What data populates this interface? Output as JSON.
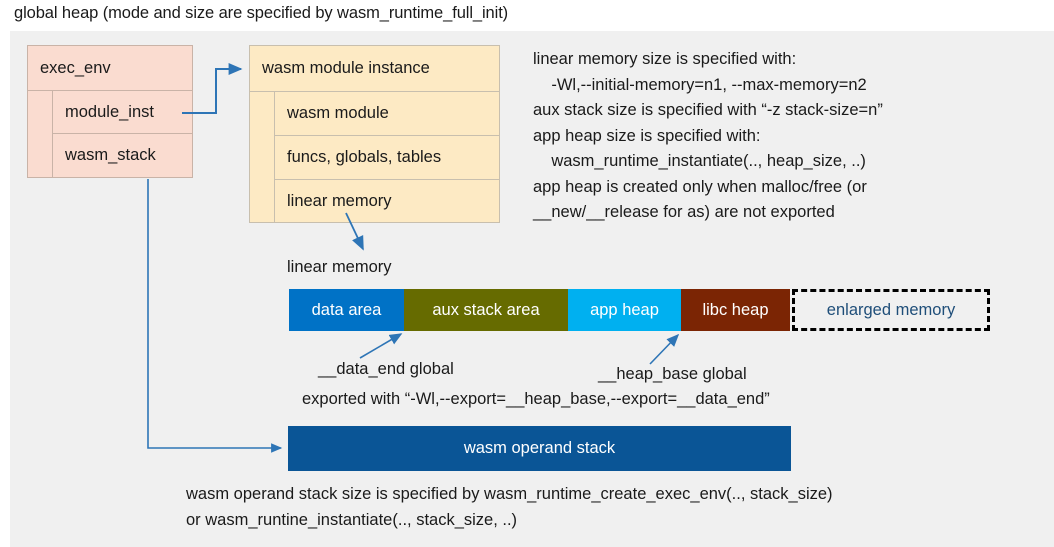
{
  "title": "global heap (mode and size are specified by wasm_runtime_full_init)",
  "exec_env": {
    "header": "exec_env",
    "rows": [
      {
        "label": "module_inst"
      },
      {
        "label": "wasm_stack"
      }
    ]
  },
  "module_instance": {
    "header": "wasm module instance",
    "rows": [
      {
        "label": "wasm module"
      },
      {
        "label": "funcs, globals, tables"
      },
      {
        "label": "linear memory"
      }
    ]
  },
  "notes": {
    "text": "linear memory size is specified with:\n    -Wl,--initial-memory=n1, --max-memory=n2\naux stack size is specified with “-z stack-size=n”\napp heap size is specified with:\n    wasm_runtime_instantiate(.., heap_size, ..)\napp heap is created only when malloc/free (or\n__new/__release for as) are not exported"
  },
  "linear_memory": {
    "label": "linear memory",
    "segments": [
      {
        "name": "data area",
        "width": 115,
        "color": "#0072c6",
        "text_color": "#ffffff",
        "style": "solid"
      },
      {
        "name": "aux stack area",
        "width": 164,
        "color": "#666b00",
        "text_color": "#ffffff",
        "style": "solid"
      },
      {
        "name": "app heap",
        "width": 113,
        "color": "#00b0f0",
        "text_color": "#ffffff",
        "style": "solid"
      },
      {
        "name": "libc heap",
        "width": 109,
        "color": "#7b2504",
        "text_color": "#ffffff",
        "style": "solid"
      },
      {
        "name": "enlarged memory",
        "width": 198,
        "color": "#f0f0f0",
        "text_color": "#1f4e79",
        "style": "dashed"
      }
    ]
  },
  "annotations": {
    "data_end": "__data_end global",
    "heap_base": "__heap_base global",
    "exported": "exported with “-Wl,--export=__heap_base,--export=__data_end”"
  },
  "operand_stack": {
    "label": "wasm operand stack",
    "color": "#0a5596"
  },
  "bottom_notes": {
    "text": "wasm operand stack size is specified by wasm_runtime_create_exec_env(.., stack_size)\nor wasm_runtine_instantiate(.., stack_size, ..)"
  },
  "colors": {
    "panel_bg": "#f0f0f0",
    "exec_env_fill": "#fadcd0",
    "module_fill": "#fdeac4",
    "connector": "#2e75b6"
  }
}
